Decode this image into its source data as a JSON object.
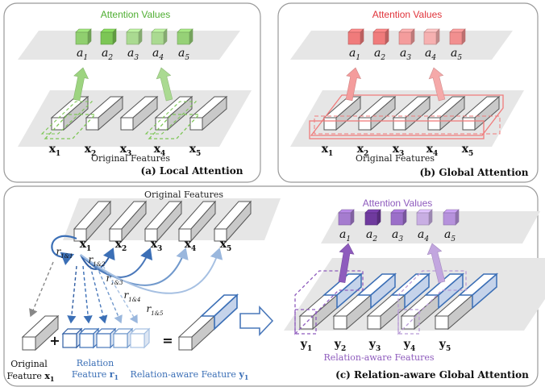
{
  "panel_a": {
    "title": "Attention Values",
    "caption": "(a) Local Attention",
    "features_label": "Original Features",
    "a_labels": [
      "a",
      "a",
      "a",
      "a",
      "a"
    ],
    "a_subs": [
      "1",
      "2",
      "3",
      "4",
      "5"
    ],
    "x_labels": [
      "x",
      "x",
      "x",
      "x",
      "x"
    ],
    "x_subs": [
      "1",
      "2",
      "3",
      "4",
      "5"
    ],
    "color": "#7cc655"
  },
  "panel_b": {
    "title": "Attention Values",
    "caption": "(b) Global Attention",
    "features_label": "Original Features",
    "a_labels": [
      "a",
      "a",
      "a",
      "a",
      "a"
    ],
    "a_subs": [
      "1",
      "2",
      "3",
      "4",
      "5"
    ],
    "x_labels": [
      "x",
      "x",
      "x",
      "x",
      "x"
    ],
    "x_subs": [
      "1",
      "2",
      "3",
      "4",
      "5"
    ],
    "color": "#f07b7b"
  },
  "panel_c": {
    "features_title": "Original Features",
    "attention_title": "Attention Values",
    "caption": "(c) Relation-aware Global Attention",
    "x_labels": [
      "x",
      "x",
      "x",
      "x",
      "x"
    ],
    "x_subs": [
      "1",
      "2",
      "3",
      "4",
      "5"
    ],
    "r_labels": [
      "r",
      "r",
      "r",
      "r",
      "r"
    ],
    "r_subs": [
      "1&1",
      "1&2",
      "1&3",
      "1&4",
      "1&5"
    ],
    "a_labels": [
      "a",
      "a",
      "a",
      "a",
      "a"
    ],
    "a_subs": [
      "1",
      "2",
      "3",
      "4",
      "5"
    ],
    "y_labels": [
      "y",
      "y",
      "y",
      "y",
      "y"
    ],
    "y_subs": [
      "1",
      "2",
      "3",
      "4",
      "5"
    ],
    "original_feature_label": "Original",
    "original_feature_label2": "Feature",
    "original_feature_var": "x",
    "original_feature_sub": "1",
    "relation_feature_label": "Relation",
    "relation_feature_label2": "Feature",
    "relation_feature_var": "r",
    "relation_feature_sub": "1",
    "relation_aware_label": "Relation-aware Feature",
    "relation_aware_var": "y",
    "relation_aware_sub": "1",
    "relation_aware_features_label": "Relation-aware Features",
    "plus": "+",
    "equals": "=",
    "purple": "#8e5bbd",
    "blue": "#3b6fb6"
  }
}
